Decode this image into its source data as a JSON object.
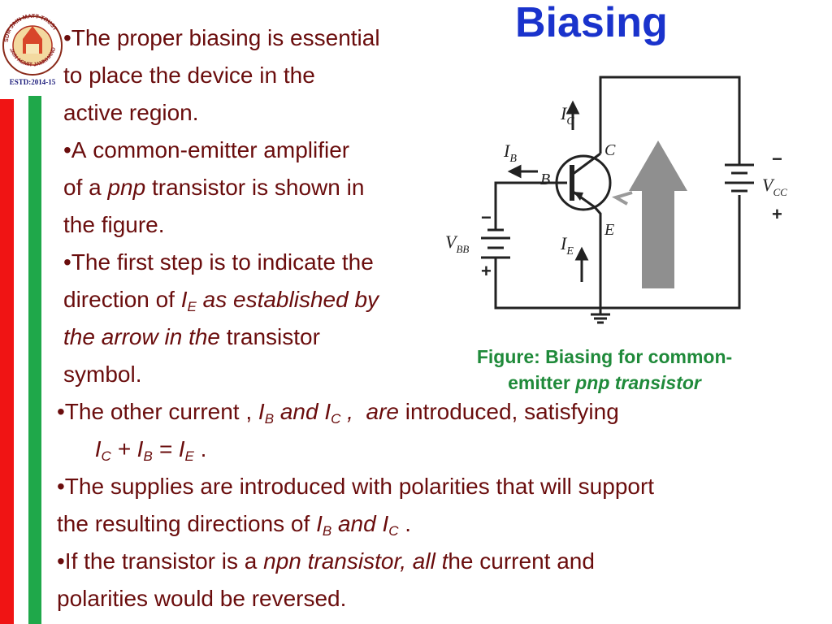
{
  "slide": {
    "title": "Biasing",
    "logo": {
      "text_top": "SDM JAIN MATT TRUST",
      "text_bottom": "JAIN AGMIT JAMKHANDI",
      "established": "ESTD:2014-15"
    },
    "bullets_left": [
      {
        "lines": [
          [
            {
              "t": "•The proper biasing is essential"
            }
          ],
          [
            {
              "t": "to place the device in the"
            }
          ],
          [
            {
              "t": "active region."
            }
          ]
        ]
      },
      {
        "lines": [
          [
            {
              "t": "•A common-emitter amplifier"
            }
          ],
          [
            {
              "t": "of a "
            },
            {
              "t": "pnp",
              "i": true
            },
            {
              "t": " transistor is shown in"
            }
          ],
          [
            {
              "t": "the figure."
            }
          ]
        ]
      },
      {
        "lines": [
          [
            {
              "t": "•The first step is to indicate the"
            }
          ],
          [
            {
              "t": "direction of "
            },
            {
              "t": "I",
              "i": true
            },
            {
              "t": "E",
              "i": true,
              "sub": true
            },
            {
              "t": " as established by",
              "i": true
            }
          ],
          [
            {
              "t": "the arrow in the",
              "i": true
            },
            {
              "t": " transistor"
            }
          ],
          [
            {
              "t": "symbol."
            }
          ]
        ]
      }
    ],
    "bullets_full": [
      {
        "lines": [
          [
            {
              "t": "•The other current , "
            },
            {
              "t": "I",
              "i": true
            },
            {
              "t": "B",
              "i": true,
              "sub": true
            },
            {
              "t": " and I",
              "i": true
            },
            {
              "t": "C",
              "i": true,
              "sub": true
            },
            {
              "t": " ,  are",
              "i": true
            },
            {
              "t": " introduced, satisfying"
            }
          ],
          [
            {
              "t": "      "
            },
            {
              "t": "I",
              "i": true
            },
            {
              "t": "C",
              "i": true,
              "sub": true
            },
            {
              "t": " + I",
              "i": true
            },
            {
              "t": "B",
              "i": true,
              "sub": true
            },
            {
              "t": " = I",
              "i": true
            },
            {
              "t": "E",
              "i": true,
              "sub": true
            },
            {
              "t": " ."
            }
          ]
        ]
      },
      {
        "lines": [
          [
            {
              "t": "•The supplies are introduced with polarities that will support"
            }
          ],
          [
            {
              "t": "the resulting directions of "
            },
            {
              "t": "I",
              "i": true
            },
            {
              "t": "B",
              "i": true,
              "sub": true
            },
            {
              "t": " and I",
              "i": true
            },
            {
              "t": "C",
              "i": true,
              "sub": true
            },
            {
              "t": " ."
            }
          ]
        ]
      },
      {
        "lines": [
          [
            {
              "t": "•If the transistor is a "
            },
            {
              "t": "npn transistor, all t",
              "i": true
            },
            {
              "t": "he current and"
            }
          ],
          [
            {
              "t": "polarities would be reversed."
            }
          ]
        ]
      }
    ],
    "figure": {
      "caption_line1": "Figure: Biasing for common-",
      "caption_line2_plain": "emitter ",
      "caption_line2_italic": "pnp transistor",
      "labels": {
        "ic": "I",
        "ic_sub": "C",
        "ib": "I",
        "ib_sub": "B",
        "ie": "I",
        "ie_sub": "E",
        "b": "B",
        "c": "C",
        "e": "E",
        "vbb": "V",
        "vbb_sub": "BB",
        "vcc": "V",
        "vcc_sub": "CC",
        "plus": "+",
        "minus": "−"
      }
    },
    "colors": {
      "title": "#1a33cc",
      "body_text": "#6a0d0d",
      "caption": "#1f8a3a",
      "bar_red": "#f01414",
      "bar_green": "#1fa84a"
    }
  }
}
